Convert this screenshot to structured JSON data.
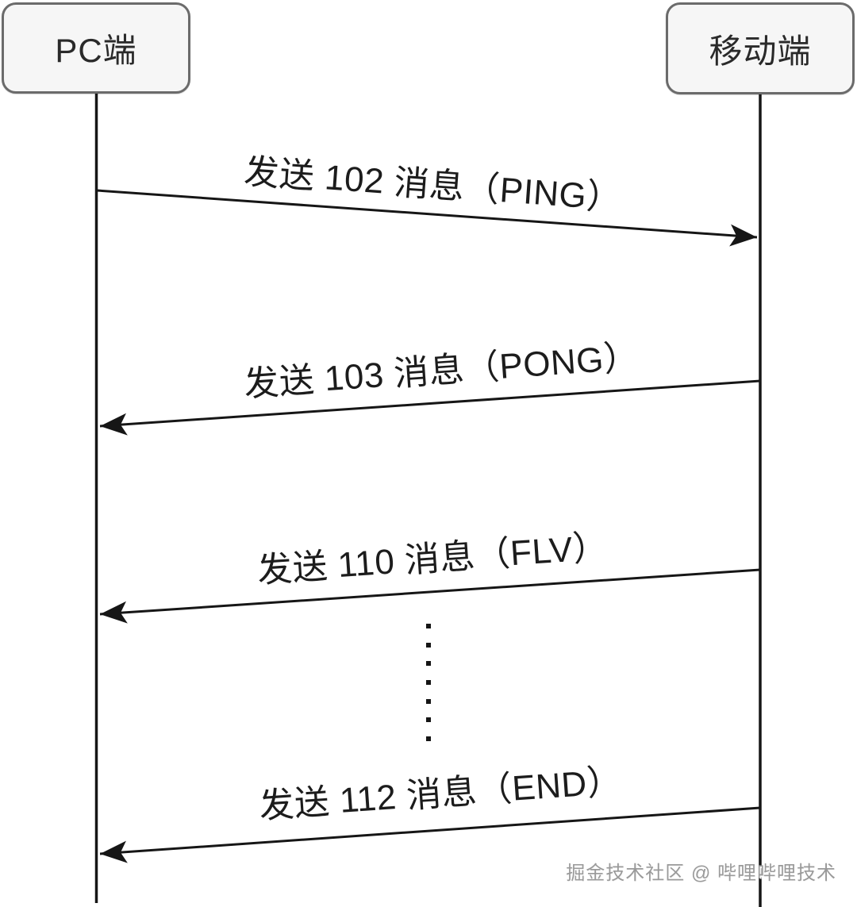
{
  "diagram": {
    "actors": [
      {
        "id": "pc",
        "label": "PC端"
      },
      {
        "id": "mobile",
        "label": "移动端"
      }
    ],
    "messages": [
      {
        "label": "发送 102 消息（PING）",
        "from": "PC端",
        "to": "移动端",
        "direction": "right"
      },
      {
        "label": "发送 103 消息（PONG）",
        "from": "移动端",
        "to": "PC端",
        "direction": "left"
      },
      {
        "label": "发送 110 消息（FLV）",
        "from": "移动端",
        "to": "PC端",
        "direction": "left"
      },
      {
        "label": "发送 112 消息（END）",
        "from": "移动端",
        "to": "PC端",
        "direction": "left"
      }
    ],
    "ellipsis_dot_count": 7,
    "watermark": "掘金技术社区 @ 哔哩哔哩技术"
  },
  "colors": {
    "line": "#161616",
    "box_border": "#6b6b6b",
    "box_fill": "#f6f6f6",
    "label_text": "#1c1c1c",
    "watermark_text": "#9a9a9a"
  }
}
